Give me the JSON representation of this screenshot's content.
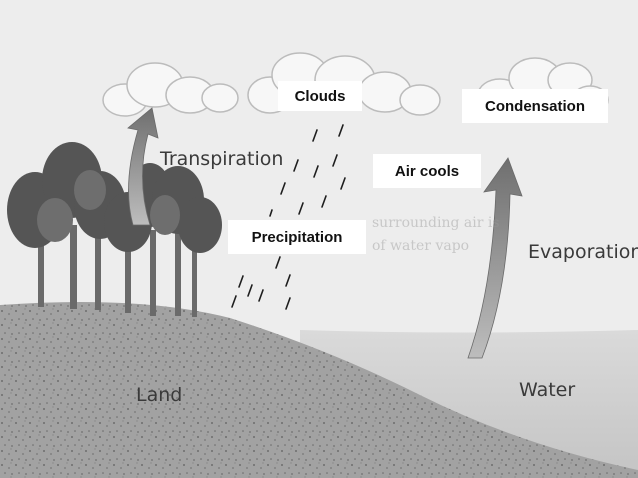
{
  "diagram": {
    "boxed_labels": {
      "clouds": "Clouds",
      "condensation": "Condensation",
      "air_cools": "Air  cools",
      "precipitation": "Precipitation"
    },
    "printed_labels": {
      "transpiration": "Transpiration",
      "evaporation": "Evaporation",
      "land": "Land",
      "water": "Water"
    },
    "faded_text": {
      "line1": "surrounding air is",
      "line2": "of water vapo"
    }
  },
  "colors": {
    "background": "#ececec",
    "label_box": "#ffffff",
    "printed_text": "#3a3a3a",
    "land": "#9c9c9c",
    "water": "#d0d0d0",
    "trees": "#5c5c5c",
    "arrows": "#8a8a8a"
  }
}
